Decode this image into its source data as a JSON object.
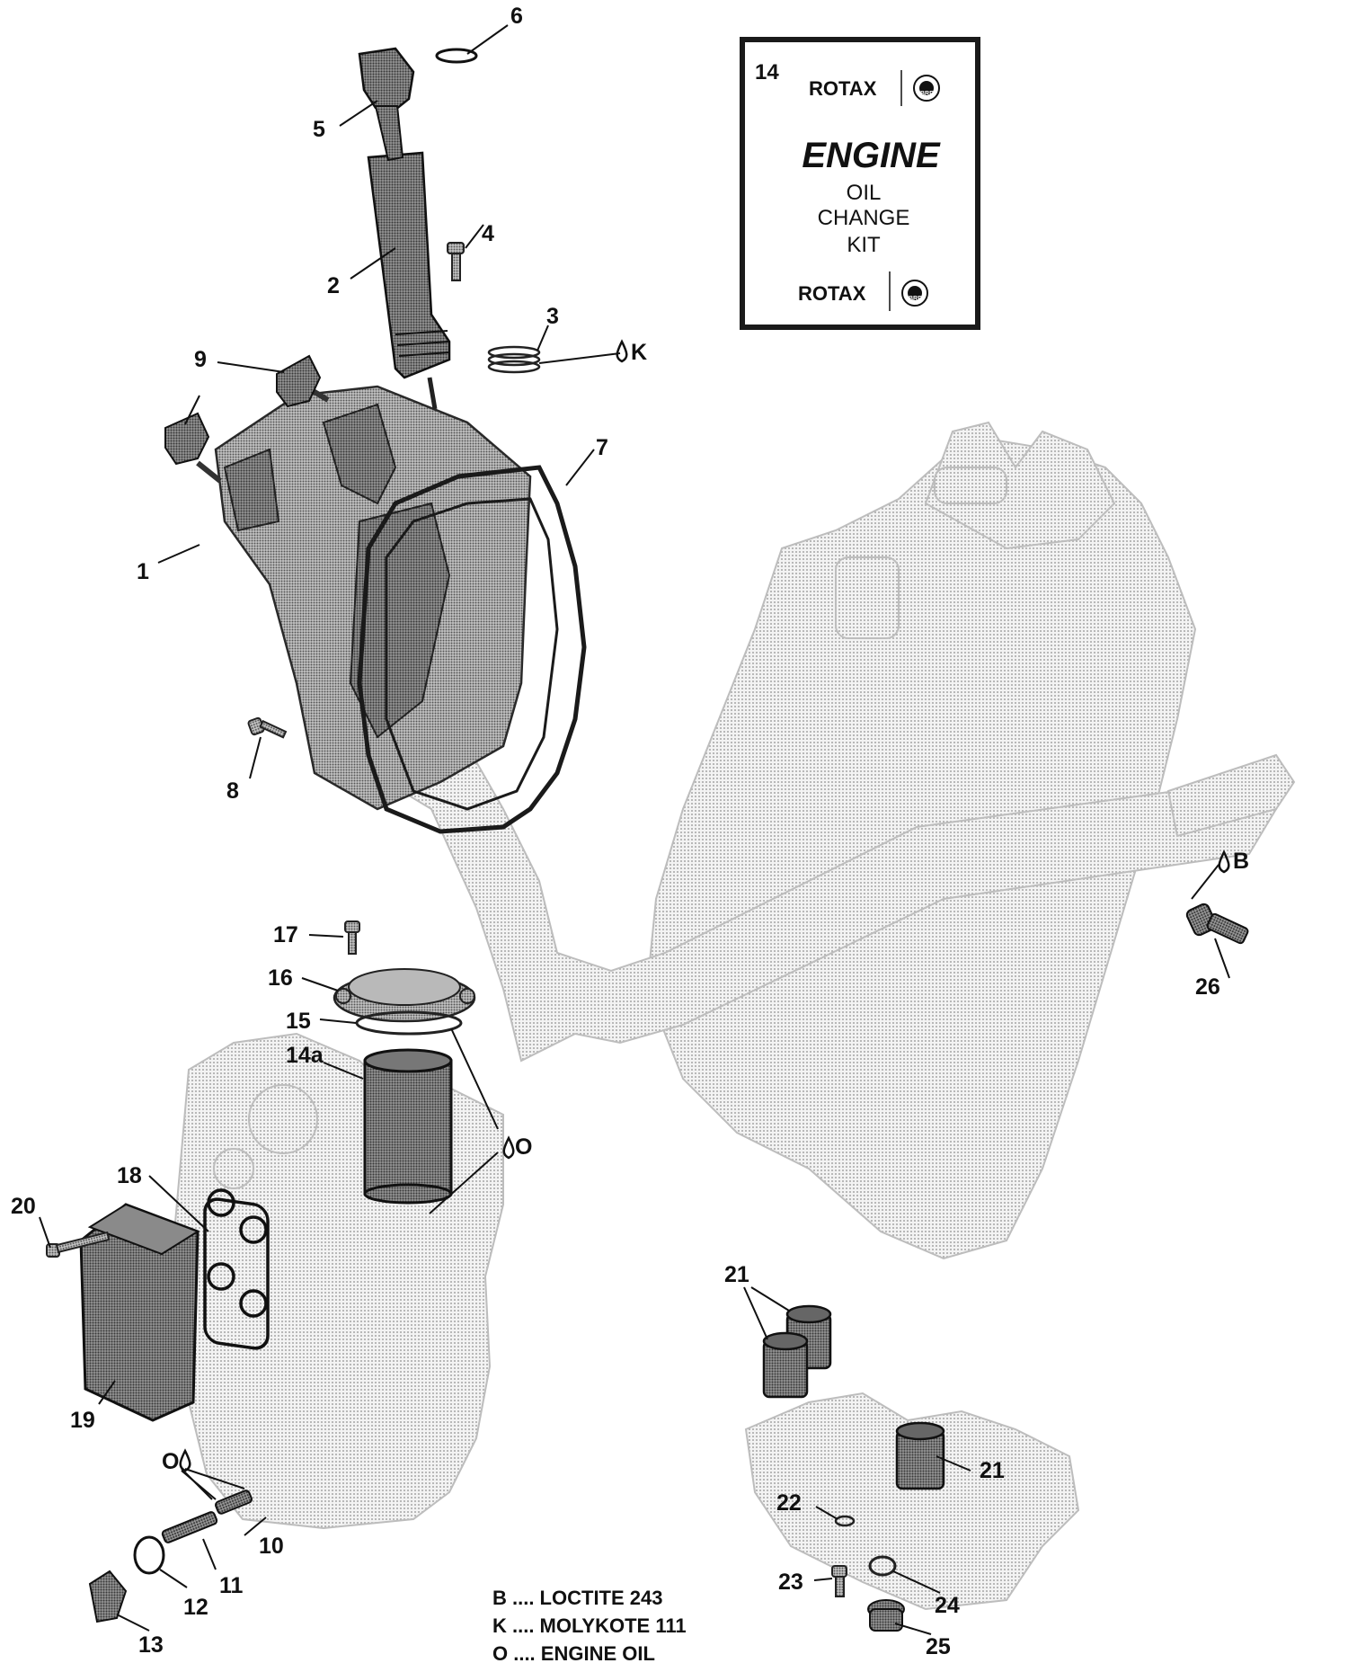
{
  "kit": {
    "number": "14",
    "brand": "ROTAX",
    "brand_mark": "BRP",
    "title": "ENGINE",
    "line1": "OIL",
    "line2": "CHANGE",
    "line3": "KIT"
  },
  "callouts": {
    "c1": "1",
    "c2": "2",
    "c3": "3",
    "c4": "4",
    "c5": "5",
    "c6": "6",
    "c7": "7",
    "c8": "8",
    "c9": "9",
    "c10": "10",
    "c11": "11",
    "c12": "12",
    "c13": "13",
    "c14a": "14a",
    "c15": "15",
    "c16": "16",
    "c17": "17",
    "c18": "18",
    "c19": "19",
    "c20": "20",
    "c21": "21",
    "c22": "22",
    "c23": "23",
    "c24": "24",
    "c25": "25",
    "c26": "26"
  },
  "markers": {
    "k": "K",
    "b": "B",
    "o": "O"
  },
  "legend": {
    "b": "B .... LOCTITE 243",
    "k": "K .... MOLYKOTE 111",
    "o": "O .... ENGINE OIL"
  },
  "colors": {
    "ink": "#111111",
    "ghost": "#c8c8c8",
    "part": "#6f6f6f",
    "frame": "#1a1a1a"
  }
}
